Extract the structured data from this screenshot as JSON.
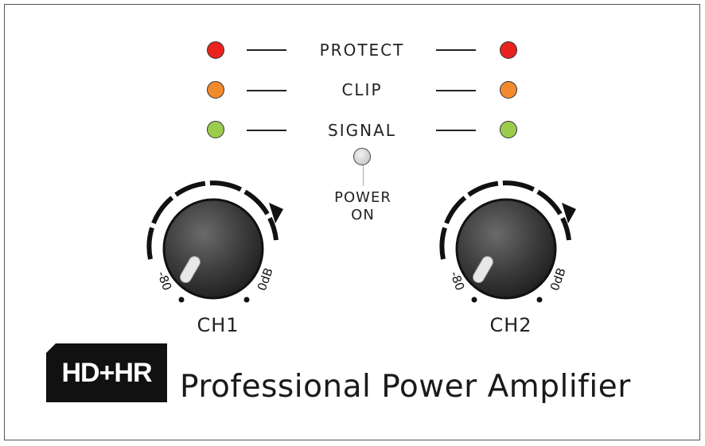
{
  "indicators": [
    {
      "label": "PROTECT",
      "color": "#e8221f"
    },
    {
      "label": "CLIP",
      "color": "#f28a2e"
    },
    {
      "label": "SIGNAL",
      "color": "#9ccc4e"
    }
  ],
  "power": {
    "label_line1": "POWER",
    "label_line2": "ON",
    "color": "#d0d0d0"
  },
  "channels": [
    {
      "label": "CH1",
      "min_label": "-80",
      "max_label": "0dB"
    },
    {
      "label": "CH2",
      "min_label": "-80",
      "max_label": "0dB"
    }
  ],
  "brand": {
    "badge": "HD+HR",
    "title": "Professional Power Amplifier"
  }
}
